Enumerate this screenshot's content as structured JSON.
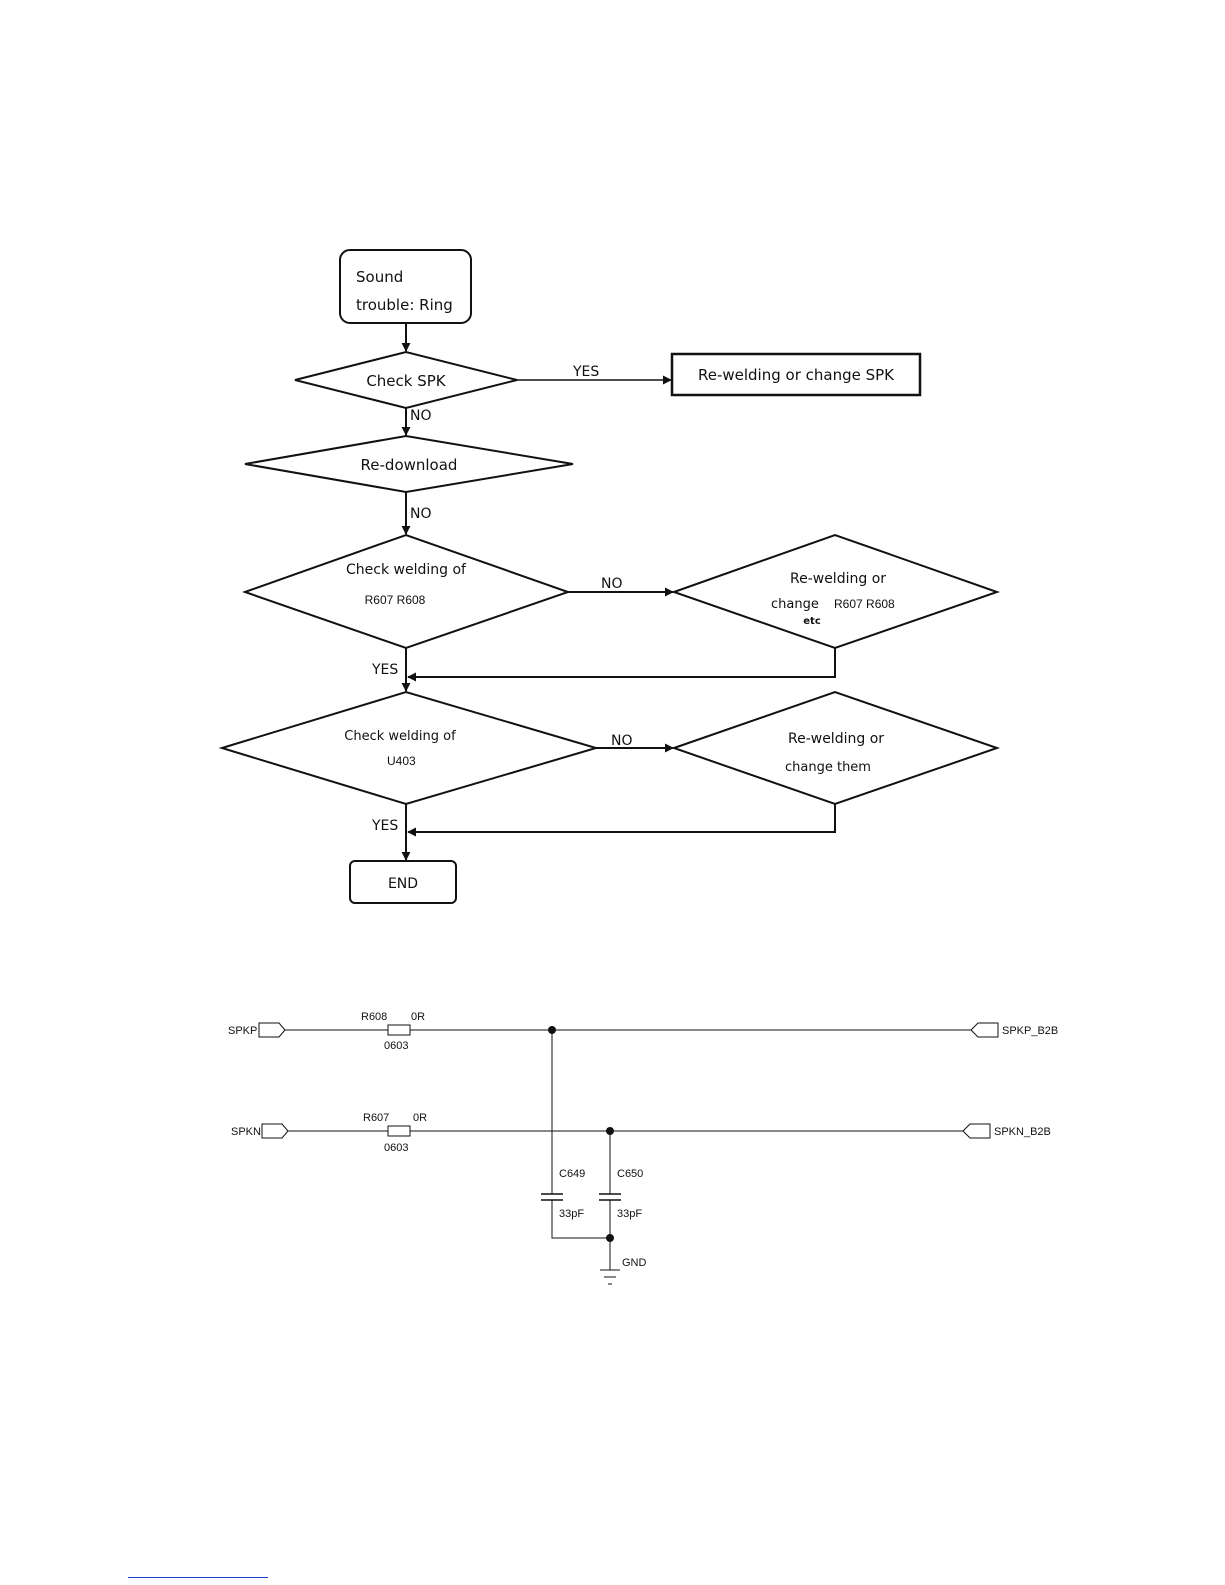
{
  "flowchart": {
    "start": {
      "line1": "Sound",
      "line2": "trouble: Ring"
    },
    "check_spk": "Check SPK",
    "check_spk_yes": "YES",
    "re_welding_spk": "Re-welding or change SPK",
    "check_spk_no": "NO",
    "re_download": "Re-download",
    "re_download_no": "NO",
    "check_r607": {
      "line1": "Check welding of",
      "line2": "R607 R608"
    },
    "check_r607_no": "NO",
    "rewelding_r607": {
      "line1": "Re-welding or",
      "line2": "change",
      "line2b": "R607 R608",
      "line3": "etc"
    },
    "check_r607_yes": "YES",
    "check_u403": {
      "line1": "Check welding of",
      "line2": "U403"
    },
    "check_u403_no": "NO",
    "rewelding_u403": {
      "line1": "Re-welding or",
      "line2": "change them"
    },
    "check_u403_yes": "YES",
    "end": "END"
  },
  "schematic": {
    "spkp": "SPKP",
    "spkn": "SPKN",
    "r608": {
      "ref": "R608",
      "value": "0R",
      "package": "0603"
    },
    "r607": {
      "ref": "R607",
      "value": "0R",
      "package": "0603"
    },
    "spkp_b2b": "SPKP_B2B",
    "spkn_b2b": "SPKN_B2B",
    "c649": {
      "ref": "C649",
      "value": "33pF"
    },
    "c650": {
      "ref": "C650",
      "value": "33pF"
    },
    "gnd": "GND"
  }
}
